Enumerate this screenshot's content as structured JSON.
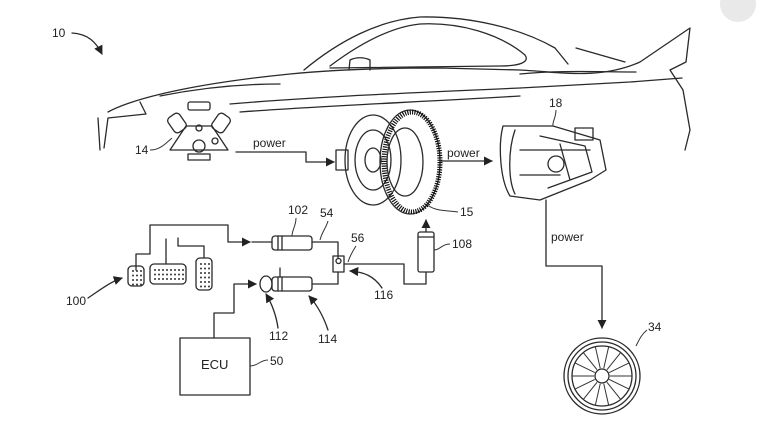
{
  "figure": {
    "type": "patent drawing",
    "subject": "vehicle powertrain with clutch actuation system"
  },
  "labels": {
    "vehicle": "10",
    "engine": "14",
    "clutch": "15",
    "transmission": "18",
    "wheel": "34",
    "ecu_ref": "50",
    "line_54": "54",
    "valve_56": "56",
    "pedals": "100",
    "master_cylinder": "102",
    "slave_cylinder": "108",
    "motor": "112",
    "actuator": "114",
    "node_116": "116"
  },
  "flow_labels": {
    "engine_to_clutch": "power",
    "clutch_to_transmission": "power",
    "transmission_to_wheel": "power"
  },
  "ecu": {
    "text": "ECU"
  },
  "colors": {
    "line": "#2a2a2a",
    "background": "#ffffff",
    "corner_button": "#e9e9e9"
  }
}
